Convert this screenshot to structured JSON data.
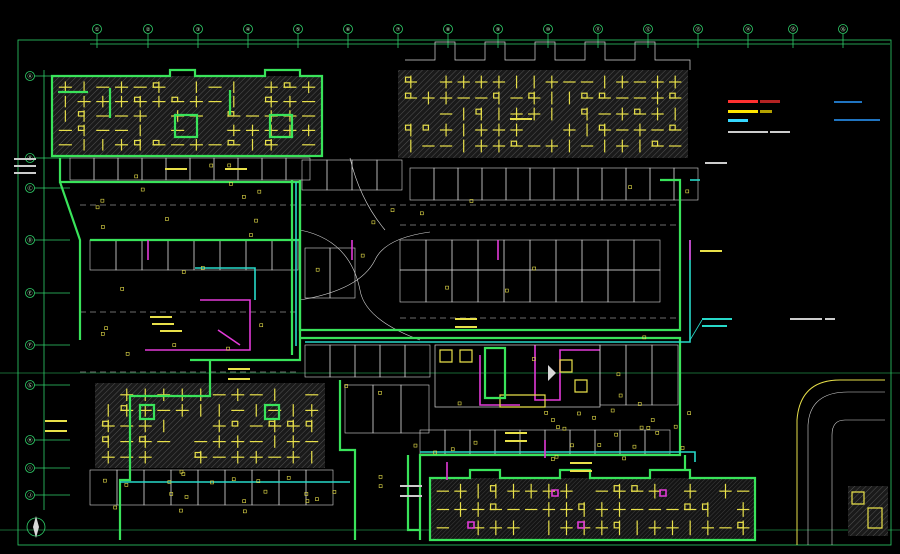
{
  "drawing": {
    "background": "#000000",
    "grid_top": [
      "①",
      "②",
      "③",
      "④",
      "⑤",
      "⑥",
      "⑦",
      "⑧",
      "⑨",
      "⑩",
      "⑪",
      "⑫",
      "⑬",
      "⑭",
      "⑮",
      "⑯"
    ],
    "grid_left": [
      "Ⓐ",
      "Ⓑ",
      "Ⓒ",
      "Ⓓ",
      "Ⓔ",
      "Ⓕ",
      "Ⓖ",
      "Ⓗ",
      "Ⓘ",
      "Ⓙ"
    ],
    "colors": {
      "grid": "#2fd06a",
      "wall_primary": "#e8e04a",
      "wall_secondary": "#d8d8d8",
      "pipe_green": "#39e35a",
      "pipe_cyan": "#27d9c9",
      "pipe_magenta": "#e23ad8",
      "legend_red": "#ff3030",
      "legend_yellow": "#ffe600",
      "legend_cyan": "#35d8ff"
    },
    "legend": {
      "rows": [
        {
          "label": "",
          "color": "#ff3030",
          "line_color": "#2a9bff"
        },
        {
          "label": "",
          "color": "#ffe600",
          "line_color": "#2a9bff"
        },
        {
          "label": "",
          "color": "#35d8ff",
          "line_color": ""
        }
      ],
      "note": ""
    }
  }
}
